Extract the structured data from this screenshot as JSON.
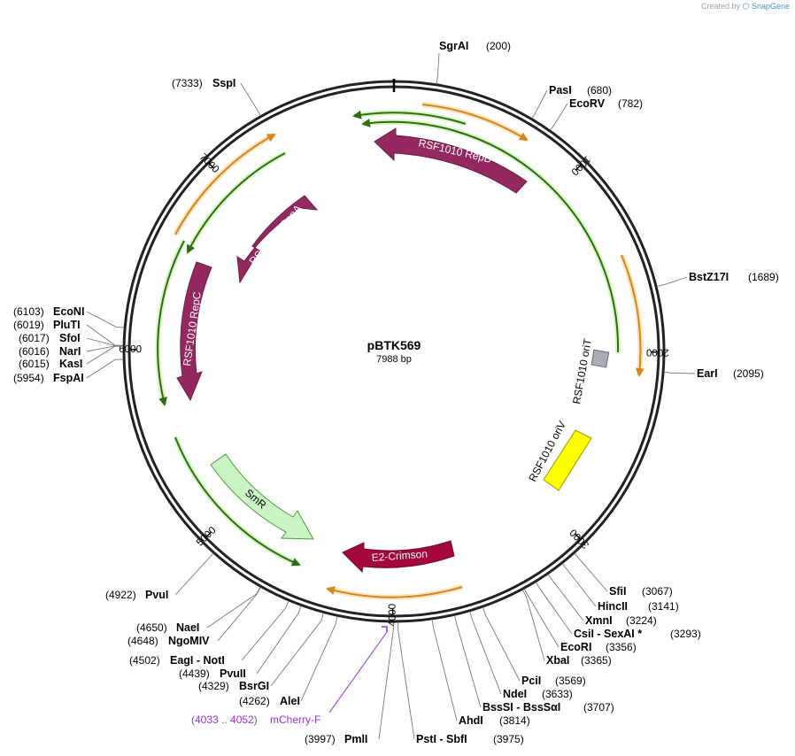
{
  "credit": {
    "prefix": "Created by",
    "brand": "SnapGene"
  },
  "plasmid": {
    "name": "pBTK569",
    "length_label": "7988 bp",
    "length": 7988
  },
  "ticks": [
    {
      "bp": 1000,
      "label": "1000"
    },
    {
      "bp": 2000,
      "label": "2000"
    },
    {
      "bp": 3000,
      "label": "3000"
    },
    {
      "bp": 4000,
      "label": "4000"
    },
    {
      "bp": 5000,
      "label": "5000"
    },
    {
      "bp": 6000,
      "label": "6000"
    },
    {
      "bp": 7000,
      "label": "7000"
    }
  ],
  "sites": [
    {
      "name": "SgrAI",
      "pos": "(200)",
      "bp": 200
    },
    {
      "name": "PasI",
      "pos": "(680)",
      "bp": 680
    },
    {
      "name": "EcoRV",
      "pos": "(782)",
      "bp": 782
    },
    {
      "name": "BstZ17I",
      "pos": "(1689)",
      "bp": 1689
    },
    {
      "name": "EarI",
      "pos": "(2095)",
      "bp": 2095
    },
    {
      "name": "SfiI",
      "pos": "(3067)",
      "bp": 3067
    },
    {
      "name": "HincII",
      "pos": "(3141)",
      "bp": 3141
    },
    {
      "name": "XmnI",
      "pos": "(3224)",
      "bp": 3224
    },
    {
      "name": "CsiI  -  SexAI *",
      "pos": "(3293)",
      "bp": 3293
    },
    {
      "name": "EcoRI",
      "pos": "(3356)",
      "bp": 3356
    },
    {
      "name": "XbaI",
      "pos": "(3365)",
      "bp": 3365
    },
    {
      "name": "PciI",
      "pos": "(3569)",
      "bp": 3569
    },
    {
      "name": "NdeI",
      "pos": "(3633)",
      "bp": 3633
    },
    {
      "name": "BssSI  -  BssSαI",
      "pos": "(3707)",
      "bp": 3707
    },
    {
      "name": "AhdI",
      "pos": "(3814)",
      "bp": 3814
    },
    {
      "name": "PstI  -  SbfI",
      "pos": "(3975)",
      "bp": 3975
    },
    {
      "name": "PmlI",
      "pos": "(3997)",
      "bp": 3997
    },
    {
      "name": "AleI",
      "pos": "(4262)",
      "bp": 4262
    },
    {
      "name": "BsrGI",
      "pos": "(4329)",
      "bp": 4329
    },
    {
      "name": "PvuII",
      "pos": "(4439)",
      "bp": 4439
    },
    {
      "name": "EagI  -  NotI",
      "pos": "(4502)",
      "bp": 4502
    },
    {
      "name": "NgoMIV",
      "pos": "(4648)",
      "bp": 4648
    },
    {
      "name": "NaeI",
      "pos": "(4650)",
      "bp": 4650
    },
    {
      "name": "PvuI",
      "pos": "(4922)",
      "bp": 4922
    },
    {
      "name": "FspAI",
      "pos": "(5954)",
      "bp": 5954
    },
    {
      "name": "KasI",
      "pos": "(6015)",
      "bp": 6015
    },
    {
      "name": "NarI",
      "pos": "(6016)",
      "bp": 6016
    },
    {
      "name": "SfoI",
      "pos": "(6017)",
      "bp": 6017
    },
    {
      "name": "PluTI",
      "pos": "(6019)",
      "bp": 6019
    },
    {
      "name": "EcoNI",
      "pos": "(6103)",
      "bp": 6103
    },
    {
      "name": "SspI",
      "pos": "(7333)",
      "bp": 7333
    }
  ],
  "primer": {
    "name": "mCherry-F",
    "range": "(4033 .. 4052)"
  },
  "features": [
    {
      "name": "RSF1010 RepB",
      "color": "#93295f"
    },
    {
      "name": "RSF1010 RepA",
      "color": "#93295f"
    },
    {
      "name": "RSF1010 RepC",
      "color": "#93295f"
    },
    {
      "name": "SmR",
      "color": "#c9f5c3"
    },
    {
      "name": "E2-Crimson",
      "color": "#a3073e"
    },
    {
      "name": "RSF1010 oriT",
      "color": "#a9acb2"
    },
    {
      "name": "RSF1010 oriV",
      "color": "#ffff00"
    }
  ],
  "colors": {
    "backbone": "#222222",
    "orf_orange": "#e7a23c",
    "orf_green": "#3f8a1c",
    "primer": "#9b30d9"
  }
}
